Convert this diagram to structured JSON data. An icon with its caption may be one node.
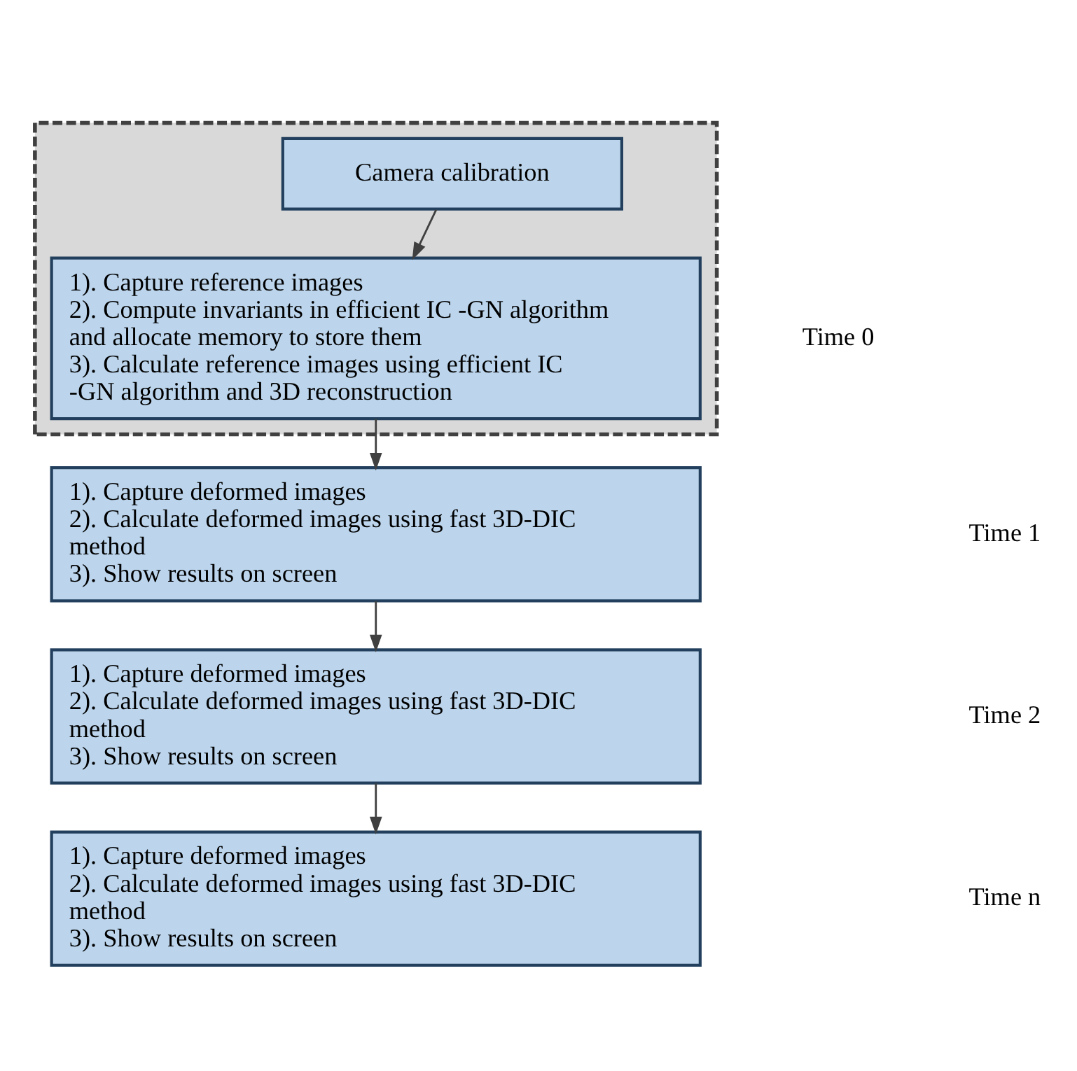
{
  "diagram": {
    "nodes": [
      {
        "text": [],
        "shape": "box"
      },
      {
        "text": [
          "Camera calibration"
        ],
        "in": 0
      },
      {
        "text": [
          "1). Capture reference images",
          "2). Compute invariants in efficient IC -GN algorithm and allocate memory to store them",
          "3). Calculate reference images using efficient IC -GN algorithm and 3D reconstruction"
        ],
        "in": 0
      },
      {
        "text": [
          "1). Capture deformed images",
          "2). Calculate deformed images using fast 3D-DIC method",
          "3). Show results on screen"
        ]
      },
      {
        "text": [
          "1). Capture deformed images",
          "2). Calculate deformed images using fast 3D-DIC method",
          "3). Show results on screen"
        ]
      },
      {
        "text": [
          "1). Capture deformed images",
          "2). Calculate deformed images using fast 3D-DIC method",
          "3). Show results on screen"
        ]
      }
    ],
    "edges": [
      {
        "from": 1,
        "to": 2,
        "arrow": "to"
      },
      {
        "from": 2,
        "to": 3,
        "arrow": "to"
      },
      {
        "from": 3,
        "to": 4,
        "arrow": "to"
      },
      {
        "from": 4,
        "to": 5,
        "arrow": "to"
      }
    ],
    "labels": [
      "Time 0",
      "Time 1",
      "Time 2",
      "Time n"
    ]
  }
}
